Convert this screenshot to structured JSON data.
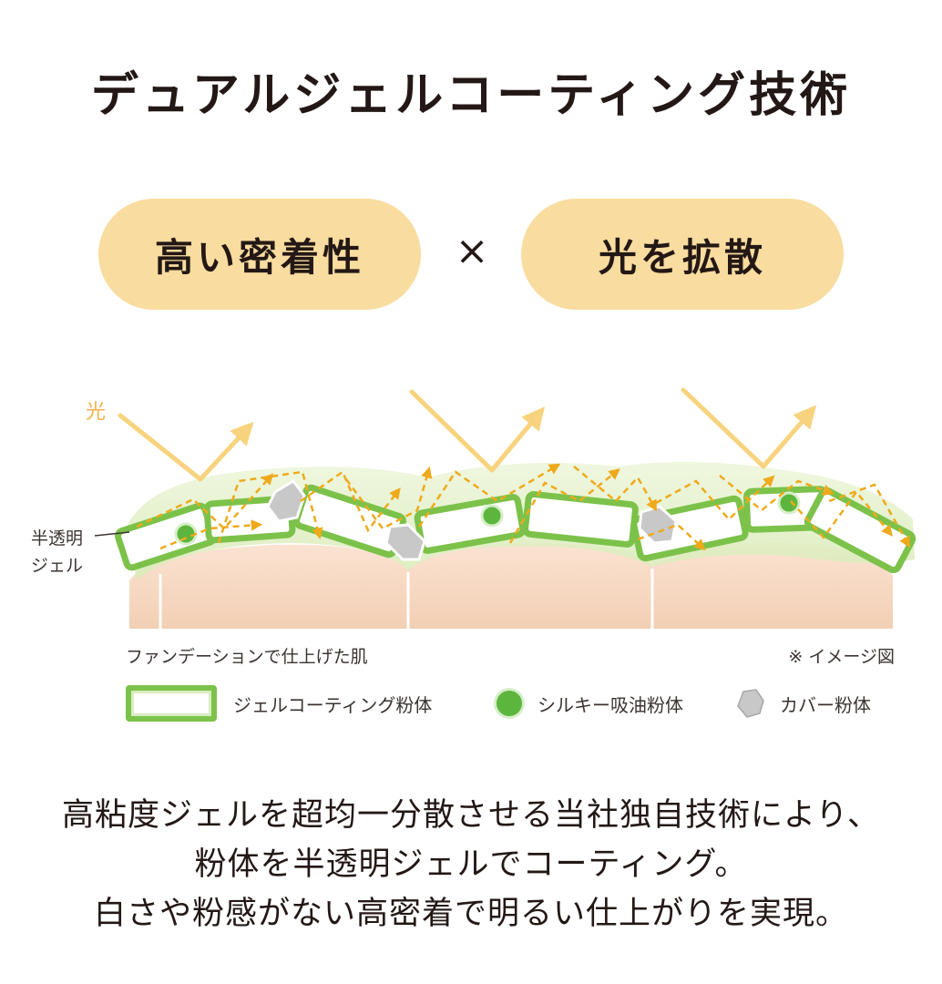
{
  "title": "デュアルジェルコーティング技術",
  "pills": {
    "left": "高い密着性",
    "times": "×",
    "right": "光を拡散"
  },
  "diagram": {
    "light_label": "光",
    "gel_label_line1": "半透明",
    "gel_label_line2": "ジェル",
    "skin_caption": "ファンデーションで仕上げた肌",
    "image_note": "※ イメージ図"
  },
  "legend": {
    "gel_powder": "ジェルコーティング粉体",
    "silky_powder": "シルキー吸油粉体",
    "cover_powder": "カバー粉体"
  },
  "description": [
    "高粘度ジェルを超均一分散させる当社独自技術により、",
    "粉体を半透明ジェルでコーティング。",
    "白さや粉感がない高密着で明るい仕上がりを実現。"
  ],
  "colors": {
    "pill_fill": "#f9dc9f",
    "gel_green": "#7cc24a",
    "dot_green": "#5cb63e",
    "light_yellow": "#f8d37e",
    "scatter_orange": "#eeaa1c",
    "skin": "#f6d8c2"
  }
}
